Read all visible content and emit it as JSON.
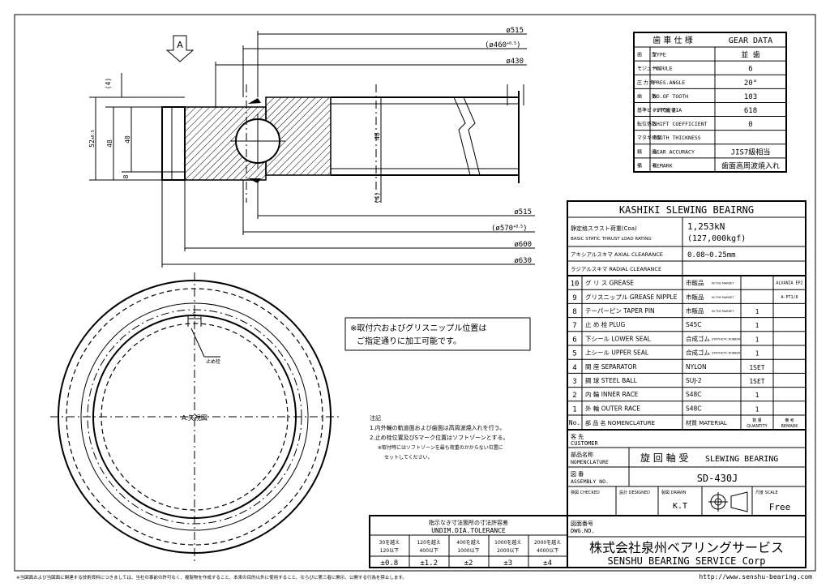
{
  "view_marker": "A",
  "dimensions": {
    "d515_top": "ø515",
    "d460": "(ø460",
    "d460_tol": "+0.5",
    "d460_end": ")",
    "d430": "ø430",
    "d515_bot": "ø515",
    "d570": "(ø570",
    "d570_tol": "+0.5",
    "d570_end": ")",
    "d600": "ø600",
    "d630": "ø630",
    "h4_top": "(4)",
    "h4_bot": "(4)",
    "h52": "52",
    "h52_tol": "±0.5",
    "h48_left": "48",
    "h40": "40",
    "h8": "8",
    "h48_right": "48"
  },
  "gear_data": {
    "title_jp": "歯 車 仕 様",
    "title_en": "GEAR DATA",
    "rows": [
      {
        "jp": "歯　　型",
        "en": "TYPE",
        "value": "並 歯"
      },
      {
        "jp": "モジュール",
        "en": "MODULE",
        "value": "6"
      },
      {
        "jp": "圧 力 角",
        "en": "PRES.ANGLE",
        "value": "20°"
      },
      {
        "jp": "歯　　数",
        "en": "NO.OF TOOTH",
        "value": "103"
      },
      {
        "jp": "基準ピッチ円直径",
        "en": "PITCH DIA",
        "value": "618"
      },
      {
        "jp": "転位係数",
        "en": "SHIFT COEFFICIENT",
        "value": "0"
      },
      {
        "jp": "マタギ歯厚",
        "en": "TOOTH THICKNESS",
        "value": ""
      },
      {
        "jp": "精　　度",
        "en": "GEAR ACCURACY",
        "value": "JIS7級相当"
      },
      {
        "jp": "備　　考",
        "en": "REMARK",
        "value": "歯面高周波焼入れ"
      }
    ]
  },
  "spec": {
    "title": "KASHIKI SLEWING BEAIRNG",
    "thrust_jp": "静定格スラスト荷重(Coa)",
    "thrust_en": "BASIC STATIC THRUST LOAD RATING",
    "thrust_v1": "1,253kN",
    "thrust_v2": "(127,000kgf)",
    "axial": "アキシアルスキマ AXIAL CLEARANCE",
    "axial_v": "0.08~0.25mm",
    "radial": "ラジアルスキマ RADIAL CLEARANCE",
    "radial_v": ""
  },
  "parts": [
    {
      "no": "10",
      "name": "グ リ ス GREASE",
      "mat": "市販品",
      "mat_small": "IN THE MARKET",
      "qty": "",
      "remark": "ALVANIA EP2"
    },
    {
      "no": "9",
      "name": "グリスニップル GREASE NIPPLE",
      "mat": "市販品",
      "mat_small": "IN THE MARKET",
      "qty": "",
      "remark": "A-PT1/8"
    },
    {
      "no": "8",
      "name": "テーパーピン TAPER PIN",
      "mat": "市販品",
      "mat_small": "IN THE MARKET",
      "qty": "1",
      "remark": ""
    },
    {
      "no": "7",
      "name": "止 め 栓 PLUG",
      "mat": "S45C",
      "mat_small": "",
      "qty": "1",
      "remark": ""
    },
    {
      "no": "6",
      "name": "下シール LOWER SEAL",
      "mat": "合成ゴム",
      "mat_small": "SYNTHETIC RUBBER",
      "qty": "1",
      "remark": ""
    },
    {
      "no": "5",
      "name": "上シール UPPER SEAL",
      "mat": "合成ゴム",
      "mat_small": "SYNTHETIC RUBBER",
      "qty": "1",
      "remark": ""
    },
    {
      "no": "4",
      "name": "間 座 SEPARATOR",
      "mat": "NYLON",
      "mat_small": "",
      "qty": "1SET",
      "remark": ""
    },
    {
      "no": "3",
      "name": "鋼 球 STEEL BALL",
      "mat": "SUJ-2",
      "mat_small": "",
      "qty": "1SET",
      "remark": ""
    },
    {
      "no": "2",
      "name": "内 輪 INNER RACE",
      "mat": "S48C",
      "mat_small": "",
      "qty": "1",
      "remark": ""
    },
    {
      "no": "1",
      "name": "外 輪 OUTER RACE",
      "mat": "S48C",
      "mat_small": "",
      "qty": "1",
      "remark": ""
    }
  ],
  "parts_header": {
    "no": "No.",
    "name": "部 品 名 NOMENCLATURE",
    "mat": "材質 MATERIAL",
    "qty_jp": "数 量",
    "qty_en": "QUANTITY",
    "remark_jp": "備 考",
    "remark_en": "REMARK"
  },
  "title_block": {
    "customer_jp": "客 先",
    "customer_en": "CUSTOMER",
    "nomen_jp": "部品名称",
    "nomen_en": "NOMENCLATURE",
    "nomen_v_jp": "旋 回 軸 受",
    "nomen_v_en": "SLEWING BEARING",
    "assy_jp": "図 番",
    "assy_en": "ASSEMBLY NO.",
    "assy_v": "SD-430J",
    "checked": "検図 CHECKED",
    "designed": "設計 DESIGNED",
    "drawn": "製図 DRAWN",
    "drawn_v": "K.T",
    "scale": "尺度 SCALE",
    "scale_v": "Free",
    "dwg_jp": "図面番号",
    "dwg_en": "DWG.NO.",
    "company_jp": "株式会社泉州ベアリングサービス",
    "company_en": "SENSHU BEARING SERVICE Corp"
  },
  "tolerance": {
    "title_jp": "指示なき寸法箇所の寸法許容差",
    "title_en": "UNDIM.DIA.TOLERANCE",
    "ranges": [
      {
        "a": "30を越え",
        "b": "120以下",
        "v": "±0.8"
      },
      {
        "a": "120を越え",
        "b": "400以下",
        "v": "±1.2"
      },
      {
        "a": "400を越え",
        "b": "1000以下",
        "v": "±2"
      },
      {
        "a": "1000を越え",
        "b": "2000以下",
        "v": "±3"
      },
      {
        "a": "2000を越え",
        "b": "4000以下",
        "v": "±4"
      }
    ]
  },
  "notes": {
    "box1": "※取付穴およびグリスニップル位置は",
    "box2": "ご指定通りに加工可能です。",
    "head": "注記",
    "n1": "1.内外輪の軌道面および歯面は高周波焼入れを行う。",
    "n2": "2.止め栓位置及びSマーク位置はソフトゾーンとする。",
    "n3": "※取付時にはソフトゾーンを最も荷重のかからない位置に",
    "n4": "セットしてください。"
  },
  "view_labels": {
    "plug": "止め栓",
    "s_mark": "S",
    "view_a": "A.矢視図"
  },
  "footer": {
    "left": "※当図面および当図面に関連する技術資料につきましては、当社の事前の許可なく、複製物を作成すること、本来の目的以外に使用すること、ならびに第三者に開示、公開する行為を禁止します。",
    "right": "http://www.senshu-bearing.com"
  }
}
